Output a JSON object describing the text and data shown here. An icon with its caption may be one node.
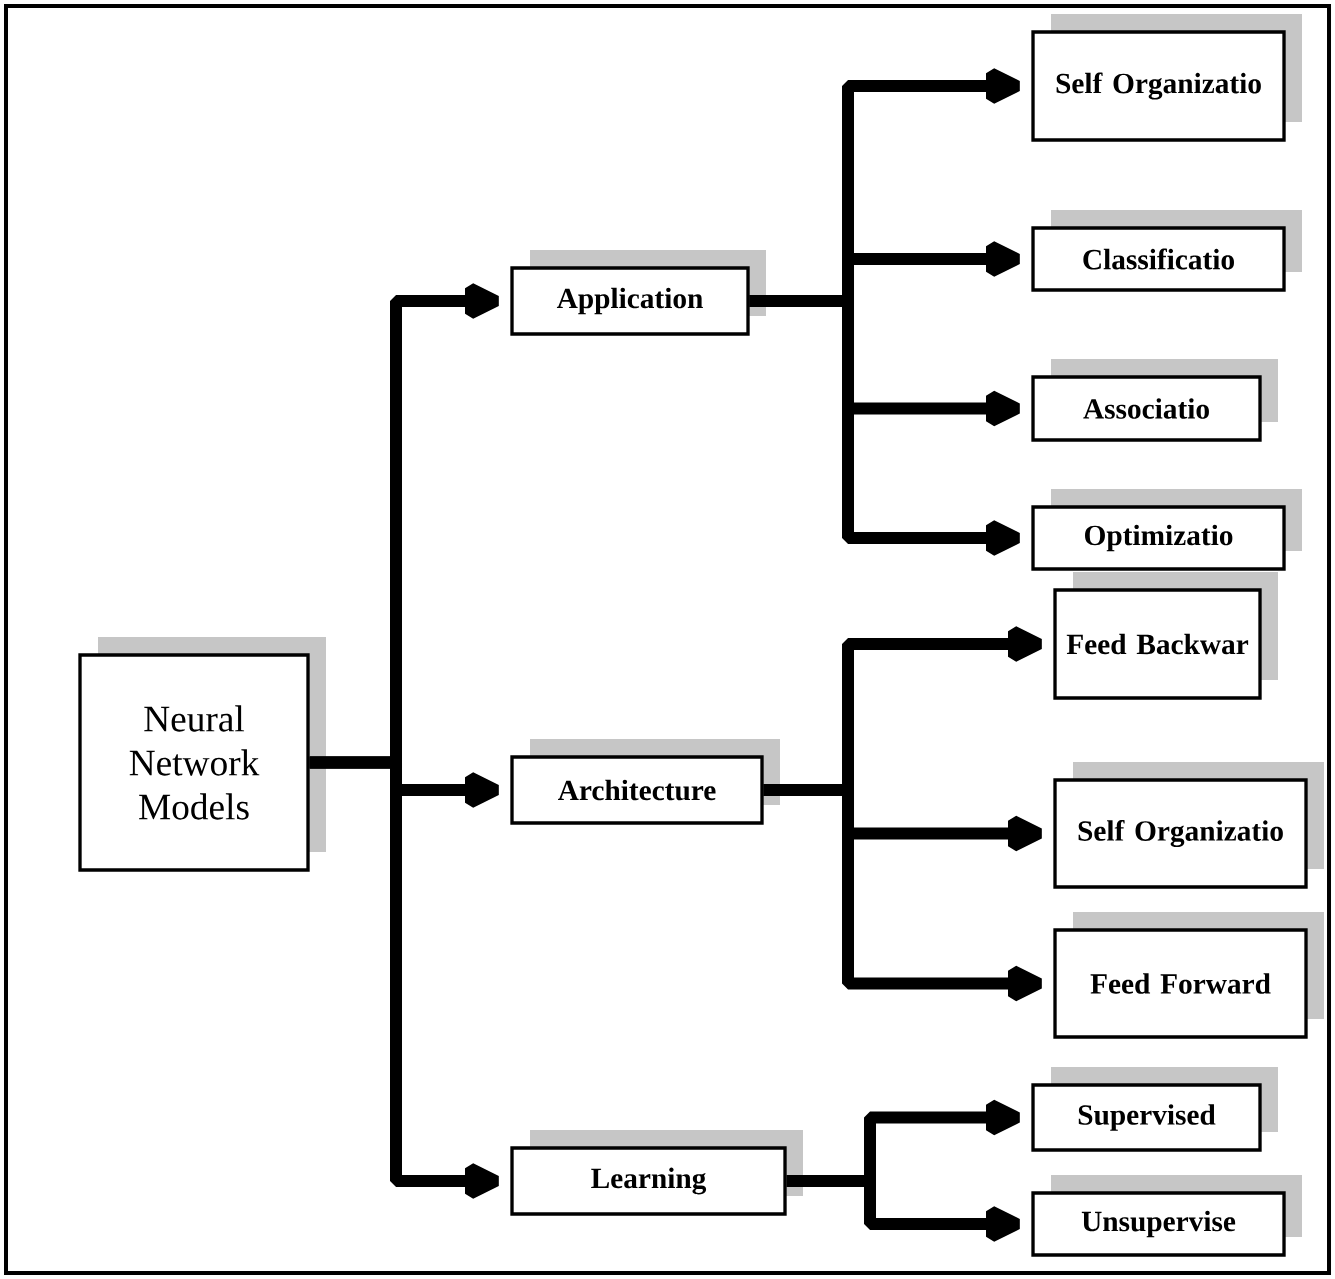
{
  "diagram": {
    "nodes": [
      {
        "text": [
          "Neural Network Models"
        ]
      },
      {
        "text": [
          "Application"
        ]
      },
      {
        "text": [
          "Architecture"
        ]
      },
      {
        "text": [
          "Learning"
        ]
      },
      {
        "text": [
          "Self Organizatio"
        ]
      },
      {
        "text": [
          "Classificatio"
        ]
      },
      {
        "text": [
          "Associatio"
        ]
      },
      {
        "text": [
          "Optimizatio"
        ]
      },
      {
        "text": [
          "Feed Backwar"
        ]
      },
      {
        "text": [
          "Self Organizatio"
        ]
      },
      {
        "text": [
          "Feed Forward"
        ]
      },
      {
        "text": [
          "Supervised"
        ]
      },
      {
        "text": [
          "Unsupervise"
        ]
      }
    ],
    "edges": [
      {
        "from": 0,
        "to": 1,
        "arrow": "to"
      },
      {
        "from": 0,
        "to": 2,
        "arrow": "to"
      },
      {
        "from": 0,
        "to": 3,
        "arrow": "to"
      },
      {
        "from": 1,
        "to": 4,
        "arrow": "to"
      },
      {
        "from": 1,
        "to": 5,
        "arrow": "to"
      },
      {
        "from": 1,
        "to": 6,
        "arrow": "to"
      },
      {
        "from": 1,
        "to": 7,
        "arrow": "to"
      },
      {
        "from": 2,
        "to": 8,
        "arrow": "to"
      },
      {
        "from": 2,
        "to": 9,
        "arrow": "to"
      },
      {
        "from": 2,
        "to": 10,
        "arrow": "to"
      },
      {
        "from": 3,
        "to": 11,
        "arrow": "to"
      },
      {
        "from": 3,
        "to": 12,
        "arrow": "to"
      }
    ]
  }
}
